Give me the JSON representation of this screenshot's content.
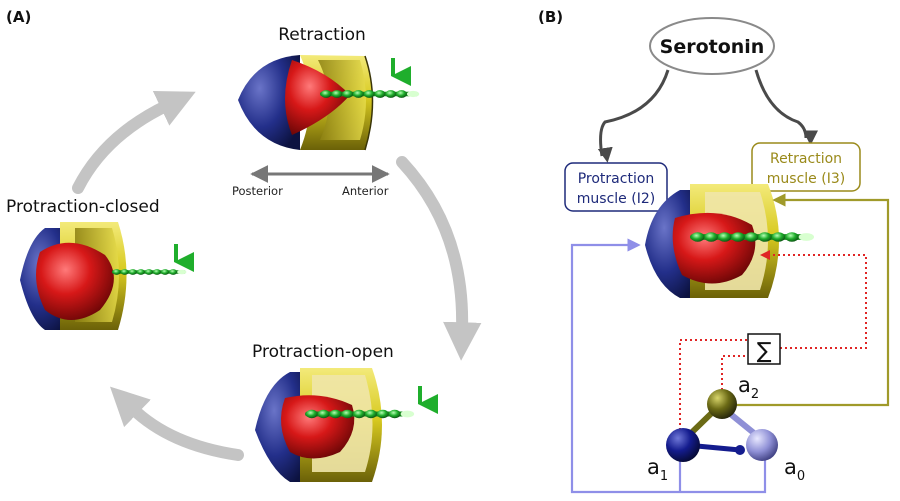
{
  "panel_a": {
    "label": "(A)",
    "states": {
      "retraction": "Retraction",
      "protraction_closed": "Protraction-closed",
      "protraction_open": "Protraction-open"
    },
    "axis": {
      "left": "Posterior",
      "right": "Anterior"
    }
  },
  "panel_b": {
    "label": "(B)",
    "serotonin": "Serotonin",
    "protraction_box": {
      "line1": "Protraction",
      "line2": "muscle (I2)"
    },
    "retraction_box": {
      "line1": "Retraction",
      "line2": "muscle (I3)"
    },
    "sum_symbol": "∑",
    "atoms": {
      "a2": {
        "base": "a",
        "sub": "2"
      },
      "a1": {
        "base": "a",
        "sub": "1"
      },
      "a0": {
        "base": "a",
        "sub": "0"
      }
    }
  },
  "colors": {
    "blue_cap": "#232f8a",
    "red_core": "#cf1515",
    "yellow_ring": "#cfc21a",
    "green_food": "#1fae2c",
    "arrow_gray": "#c4c4c4",
    "protraction_blue": "#8f8fe8",
    "retraction_olive": "#a09a2a",
    "dashed_red": "#e02525",
    "node_blue": "#141c8e",
    "node_olive": "#6b6a15",
    "node_lavender": "#8f90d6"
  }
}
